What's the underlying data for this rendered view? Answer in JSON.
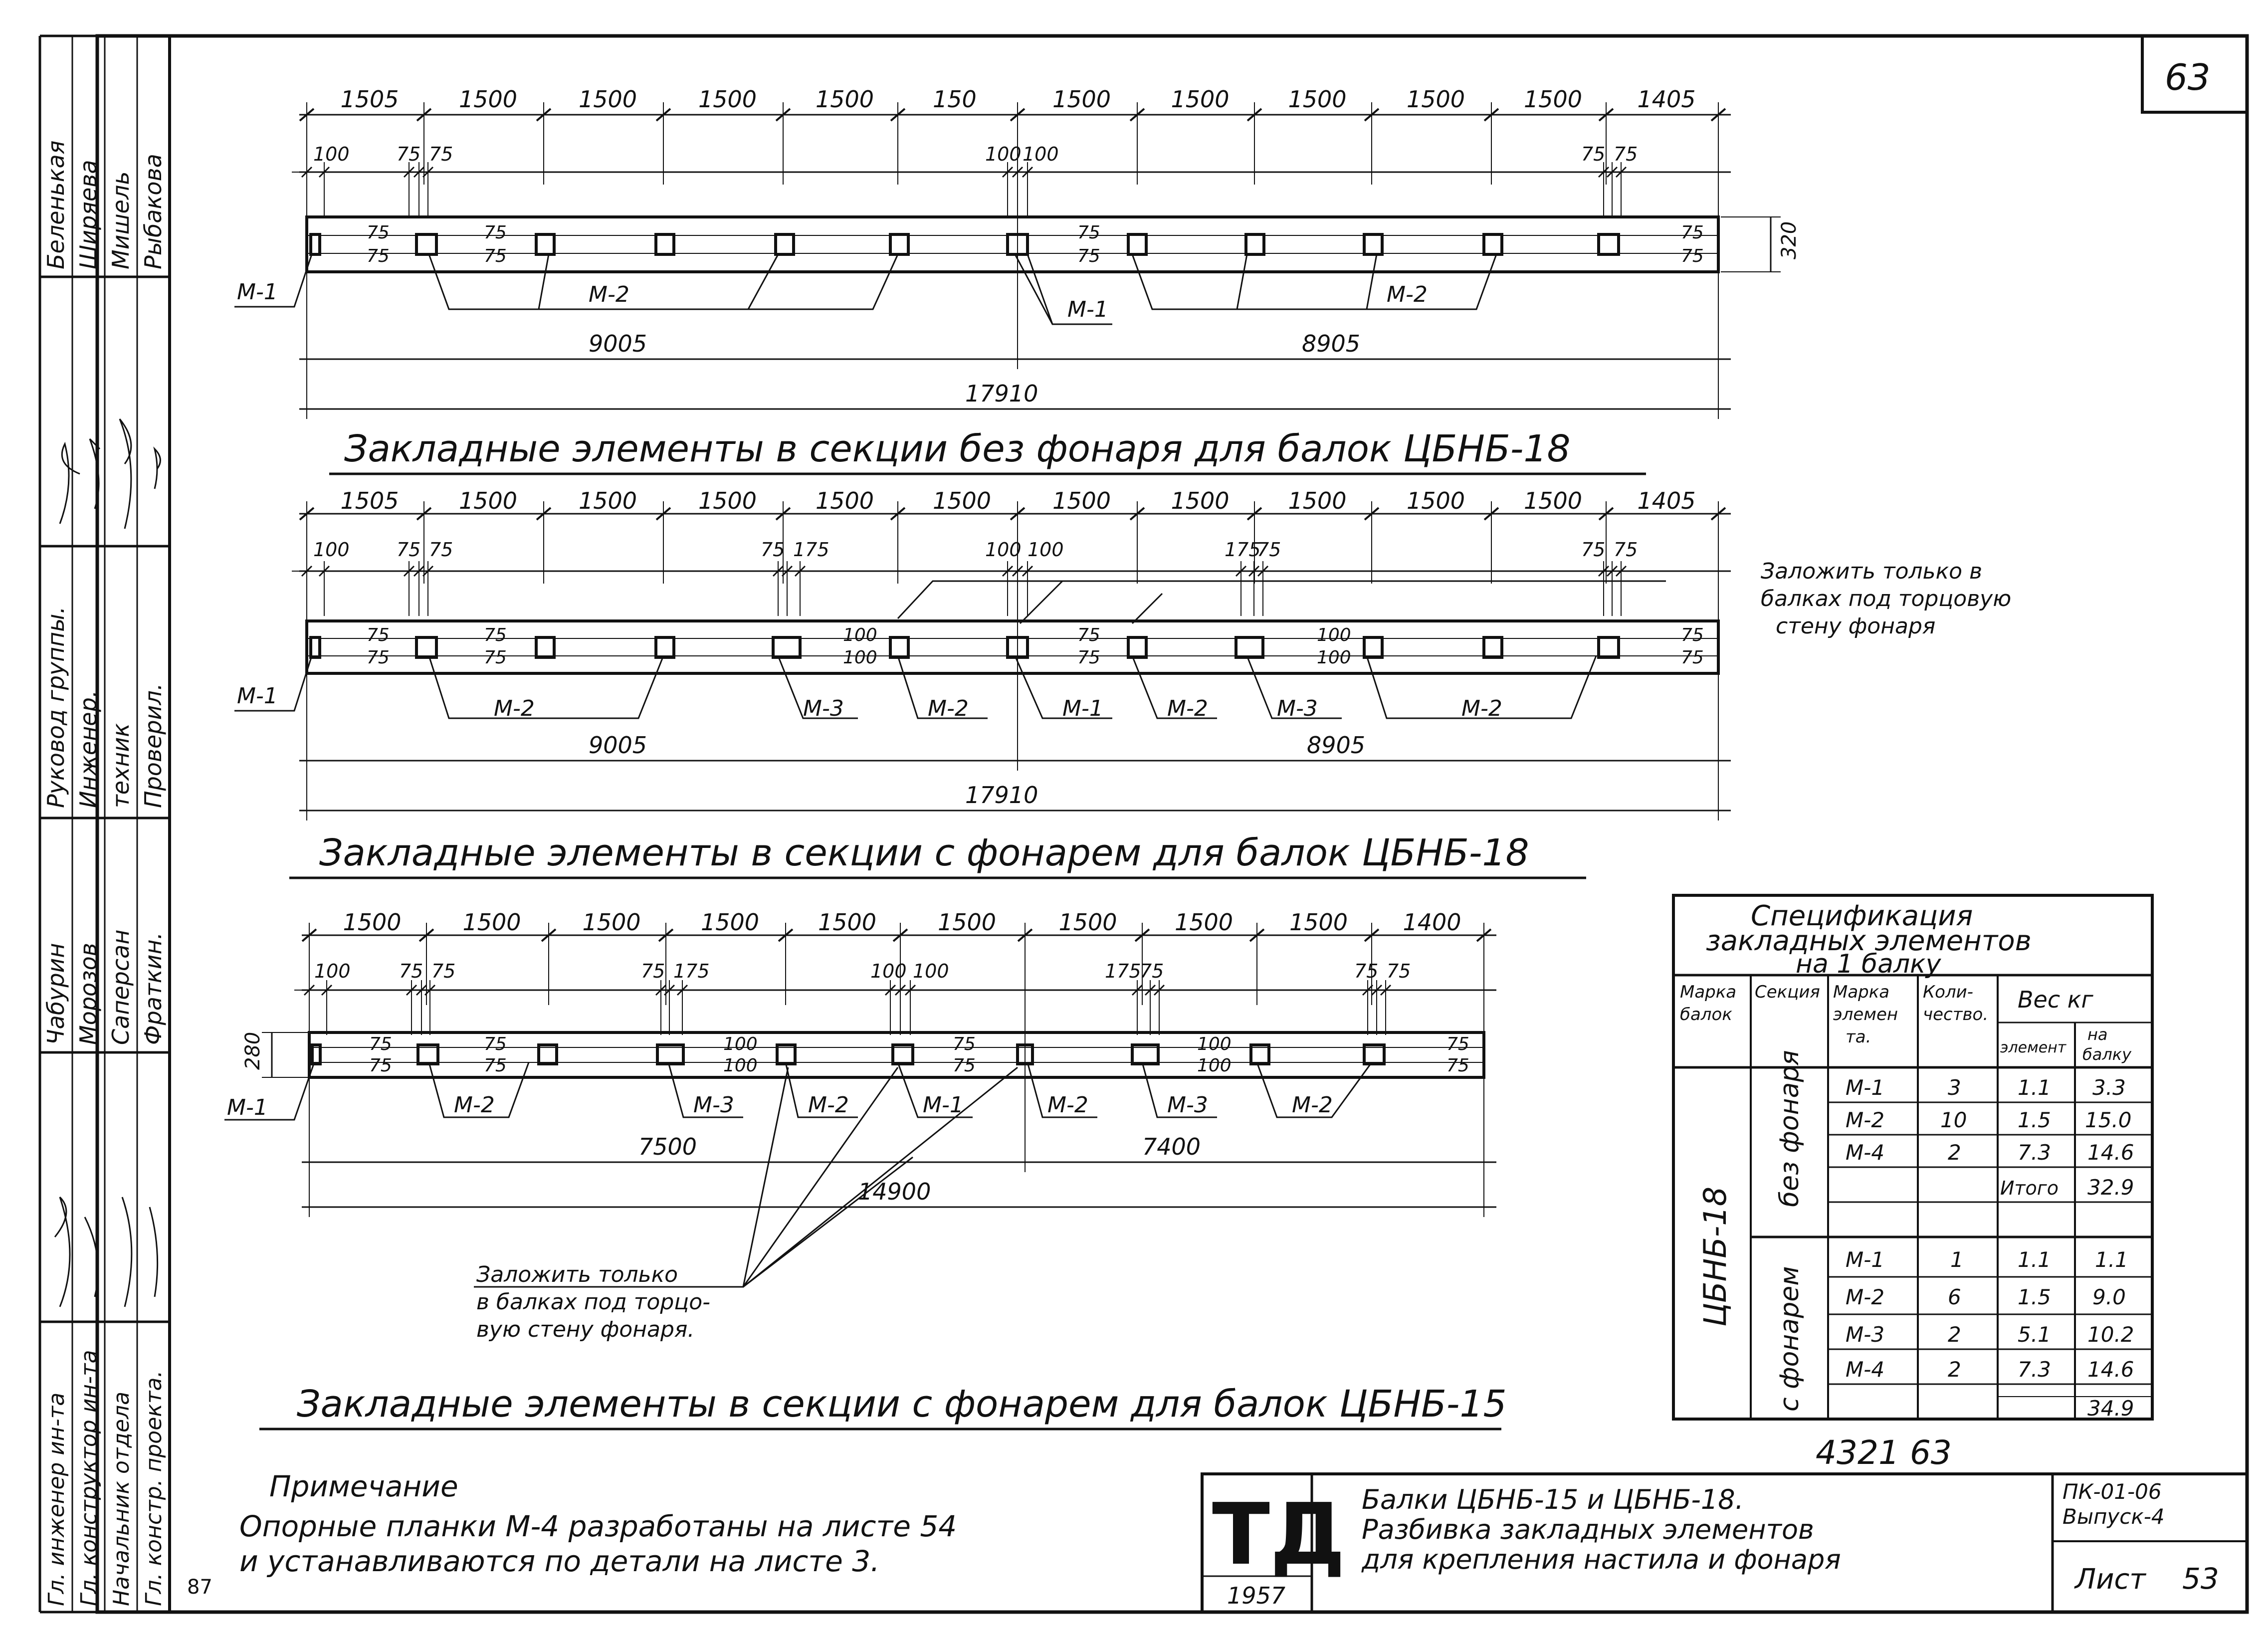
{
  "sheet": {
    "page_number": "63",
    "bottom_left_mark": "87"
  },
  "side_block": {
    "names": [
      "Беленькая",
      "Ширяева",
      "Мишель",
      "Рыбакова",
      "Руковод группы.",
      "Инженер.",
      "техник",
      "Проверил.",
      "Чабурин",
      "Морозов",
      "Саперсан",
      "Фраткин."
    ],
    "roles": [
      "Гл. инженер ин-та",
      "Гл. конструктор ин-та",
      "Начальник отдела",
      "Гл. констр. проекта."
    ]
  },
  "section1": {
    "title": "Закладные элементы в секции без фонаря для балок ЦБНБ-18",
    "top_dims": [
      "1505",
      "1500",
      "1500",
      "1500",
      "1500",
      "150",
      "1500",
      "1500",
      "1500",
      "1500",
      "1500",
      "1405"
    ],
    "sub_dims": [
      "100",
      "75",
      "75",
      "100",
      "100",
      "75",
      "75"
    ],
    "side_dims": [
      "75",
      "75",
      "75",
      "75",
      "75",
      "75",
      "75",
      "75"
    ],
    "height_dim": "320",
    "labels": [
      "М-1",
      "М-2",
      "М-1",
      "М-2"
    ],
    "span_dims": [
      "9005",
      "8905"
    ],
    "total_dim": "17910"
  },
  "section2": {
    "title": "Закладные элементы в секции с фонарем для балок ЦБНБ-18",
    "top_dims": [
      "1505",
      "1500",
      "1500",
      "1500",
      "1500",
      "1500",
      "1500",
      "1500",
      "1500",
      "1500",
      "1500",
      "1405"
    ],
    "sub_dims": [
      "100",
      "75",
      "75",
      "75",
      "175",
      "100",
      "100",
      "175",
      "75",
      "75",
      "75"
    ],
    "side_dims": [
      "75",
      "75",
      "75",
      "75",
      "100",
      "100",
      "75",
      "75",
      "100",
      "100",
      "75",
      "75"
    ],
    "labels": [
      "М-1",
      "М-2",
      "М-3",
      "М-2",
      "М-1",
      "М-2",
      "М-3",
      "М-2"
    ],
    "note": [
      "Заложить только в",
      "балках под торцовую",
      "стену фонаря"
    ],
    "span_dims": [
      "9005",
      "8905"
    ],
    "total_dim": "17910"
  },
  "section3": {
    "title": "Закладные элементы в секции с фонарем для балок ЦБНБ-15",
    "top_dims": [
      "1500",
      "1500",
      "1500",
      "1500",
      "1500",
      "1500",
      "1500",
      "1500",
      "1500",
      "1400"
    ],
    "sub_dims": [
      "100",
      "75",
      "75",
      "75",
      "175",
      "100",
      "100",
      "175",
      "75",
      "75",
      "75"
    ],
    "side_dims": [
      "75",
      "75",
      "75",
      "75",
      "100",
      "100",
      "75",
      "75",
      "100",
      "100",
      "75",
      "75"
    ],
    "height_dim": "280",
    "labels": [
      "М-1",
      "М-2",
      "М-3",
      "М-2",
      "М-1",
      "М-2",
      "М-3",
      "М-2"
    ],
    "note": [
      "Заложить только",
      "в балках под торцо-",
      "вую стену фонаря."
    ],
    "span_dims": [
      "7500",
      "7400"
    ],
    "total_dim": "14900"
  },
  "spec_table": {
    "title": [
      "Спецификация",
      "закладных элементов",
      "на 1 балку"
    ],
    "headers": {
      "marka_balok": [
        "Марка",
        "балок"
      ],
      "sekciya": "Секция",
      "marka_elementa": [
        "Марка",
        "элемен",
        "та."
      ],
      "kolichestvo": [
        "Коли-",
        "чество."
      ],
      "ves": "Вес кг",
      "element": "элемент",
      "na_balku": [
        "на",
        "балку"
      ]
    },
    "beam_mark": "ЦБНБ-18",
    "group1": {
      "section": "без фонаря",
      "rows": [
        {
          "mark": "М-1",
          "qty": "3",
          "w_el": "1.1",
          "w_beam": "3.3"
        },
        {
          "mark": "М-2",
          "qty": "10",
          "w_el": "1.5",
          "w_beam": "15.0"
        },
        {
          "mark": "М-4",
          "qty": "2",
          "w_el": "7.3",
          "w_beam": "14.6"
        }
      ],
      "total_label": "Итого",
      "total": "32.9"
    },
    "group2": {
      "section": "с фонарем",
      "rows": [
        {
          "mark": "М-1",
          "qty": "1",
          "w_el": "1.1",
          "w_beam": "1.1"
        },
        {
          "mark": "М-2",
          "qty": "6",
          "w_el": "1.5",
          "w_beam": "9.0"
        },
        {
          "mark": "М-3",
          "qty": "2",
          "w_el": "5.1",
          "w_beam": "10.2"
        },
        {
          "mark": "М-4",
          "qty": "2",
          "w_el": "7.3",
          "w_beam": "14.6"
        }
      ],
      "total": "34.9"
    }
  },
  "handwritten": "4321 63",
  "note": {
    "heading": "Примечание",
    "lines": [
      "Опорные планки М-4 разработаны на листе 54",
      "и устанавливаются по детали на листе 3."
    ]
  },
  "title_block": {
    "logo": "ТД",
    "year": "1957",
    "lines": [
      "Балки ЦБНБ-15 и ЦБНБ-18.",
      "Разбивка закладных элементов",
      "для крепления настила и фонаря"
    ],
    "code": [
      "ПК-01-06",
      "Выпуск-4"
    ],
    "sheet_label": "Лист",
    "sheet_number": "53"
  }
}
